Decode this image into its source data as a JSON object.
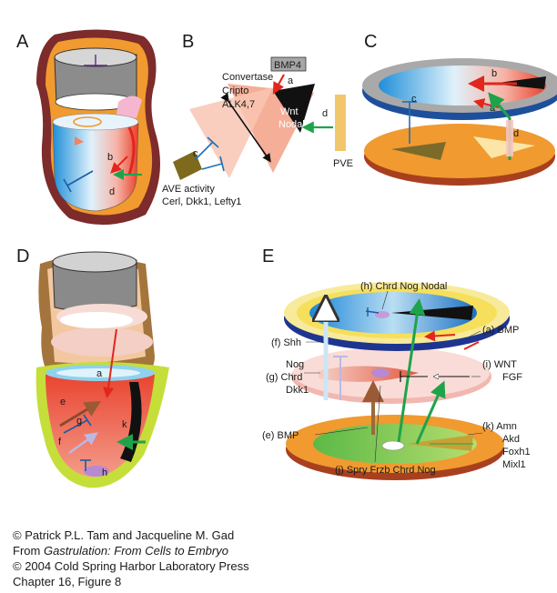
{
  "panels": {
    "A": {
      "letter": "A",
      "arrows": {
        "b": "b",
        "d": "d"
      }
    },
    "B": {
      "letter": "B",
      "bmp4": "BMP4",
      "convertase": [
        "Convertase",
        "Cripto",
        "ALK4,7"
      ],
      "wnt_nodal": [
        "Wnt",
        "Nodal"
      ],
      "ave": [
        "AVE activity",
        "Cerl, Dkk1, Lefty1"
      ],
      "pve": "PVE",
      "arrows": {
        "a": "a",
        "c": "c",
        "d": "d"
      }
    },
    "C": {
      "letter": "C",
      "arrows": {
        "a": "a",
        "b": "b",
        "c": "c",
        "d": "d"
      }
    },
    "D": {
      "letter": "D",
      "arrows": {
        "a": "a",
        "e": "e",
        "f": "f",
        "g": "g",
        "h": "h",
        "k": "k"
      }
    },
    "E": {
      "letter": "E",
      "h": "(h) Chrd Nog Nodal",
      "a": "(a) BMP",
      "f": "(f) Shh",
      "i": [
        "(i) WNT",
        "FGF"
      ],
      "g": [
        "Nog",
        "(g)  Chrd",
        "Dkk1"
      ],
      "k": [
        "(k) Amn",
        "Akd",
        "Foxh1",
        "Mixl1"
      ],
      "e": "(e) BMP",
      "j": "(j) Spry  Frzb Chrd Nog"
    }
  },
  "caption": {
    "line1": "© Patrick P.L. Tam and Jacqueline M. Gad",
    "line2_prefix": "From ",
    "line2_title": "Gastrulation: From Cells to Embryo",
    "line3": "© 2004  Cold Spring Harbor Laboratory Press",
    "line4": "Chapter 16, Figure 8"
  }
}
